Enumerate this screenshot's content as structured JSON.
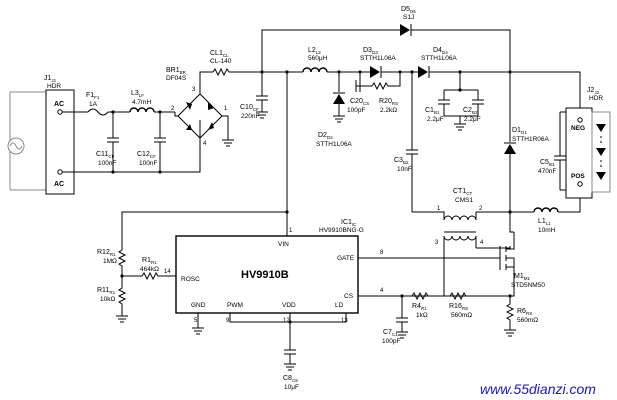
{
  "components": {
    "J1": {
      "ref": "J1",
      "sub": "J1",
      "value": "HDR"
    },
    "F1": {
      "ref": "F1",
      "sub": "F1",
      "value": "1A"
    },
    "L3": {
      "ref": "L3",
      "sub": "LF",
      "value": "4.7mH"
    },
    "C11": {
      "ref": "C11",
      "sub": "CF",
      "value": "100nF"
    },
    "C12": {
      "ref": "C12",
      "sub": "CF",
      "value": "100nF"
    },
    "BR1": {
      "ref": "BR1",
      "sub": "BR",
      "value": "DF04S"
    },
    "CL1": {
      "ref": "CL1",
      "sub": "CL",
      "value": "CL-140"
    },
    "C10": {
      "ref": "C10",
      "sub": "CF",
      "value": "220nF"
    },
    "L2": {
      "ref": "L2",
      "sub": "L2",
      "value": "560μH"
    },
    "D2": {
      "ref": "D2",
      "sub": "D2",
      "value": "STTH1L06A"
    },
    "D3": {
      "ref": "D3",
      "sub": "D3",
      "value": "STTH1L06A"
    },
    "D4": {
      "ref": "D4",
      "sub": "D4",
      "value": "STTH1L06A"
    },
    "D5": {
      "ref": "D5",
      "sub": "D6",
      "value": "S1J"
    },
    "C20": {
      "ref": "C20",
      "sub": "CS",
      "value": "100pF"
    },
    "R20": {
      "ref": "R20",
      "sub": "RS",
      "value": "2.2kΩ"
    },
    "C1": {
      "ref": "C1",
      "sub": "B1",
      "value": "2.2μF"
    },
    "C2": {
      "ref": "C2",
      "sub": "B2",
      "value": "2.2μF"
    },
    "C3": {
      "ref": "C3",
      "sub": "B2",
      "value": "10nF"
    },
    "D1": {
      "ref": "D1",
      "sub": "D1",
      "value": "STTH1R06A"
    },
    "C5": {
      "ref": "C5",
      "sub": "B3",
      "value": "470nF"
    },
    "J2": {
      "ref": "J2",
      "sub": "J2",
      "value": "HDR"
    },
    "CT1": {
      "ref": "CT1",
      "sub": "CT",
      "value": "CMS1"
    },
    "L1": {
      "ref": "L1",
      "sub": "L1",
      "value": "10mH"
    },
    "IC1": {
      "ref": "IC1",
      "sub": "IC",
      "value": "HV9910BNG-G"
    },
    "R12": {
      "ref": "R12",
      "sub": "R1",
      "value": "1MΩ"
    },
    "R11": {
      "ref": "R11",
      "sub": "R1",
      "value": "10kΩ"
    },
    "R1": {
      "ref": "R1",
      "sub": "R1",
      "value": "464kΩ"
    },
    "M1": {
      "ref": "M1",
      "sub": "M1",
      "value": "STD5NM50"
    },
    "R4": {
      "ref": "R4",
      "sub": "R1",
      "value": "1kΩ"
    },
    "R16": {
      "ref": "R16",
      "sub": "RS",
      "value": "560mΩ"
    },
    "R6": {
      "ref": "R6",
      "sub": "RS",
      "value": "560mΩ"
    },
    "C7": {
      "ref": "C7",
      "sub": "C1",
      "value": "100pF"
    },
    "C8": {
      "ref": "C8",
      "sub": "C8",
      "value": "10μF"
    }
  },
  "ic": {
    "name": "HV9910B",
    "pin_names": {
      "vin": "VIN",
      "gate": "GATE",
      "rosc": "ROSC",
      "cs": "CS",
      "gnd": "GND",
      "pwm": "PWM",
      "vdd": "VDD",
      "ld": "LD"
    },
    "pin_numbers": {
      "vin": "1",
      "gate": "8",
      "rosc": "14",
      "cs": "4",
      "gnd": "5",
      "pwm": "9",
      "vdd": "12",
      "ld": "13"
    }
  },
  "connector_labels": {
    "ac_top": "AC",
    "ac_bottom": "AC",
    "neg": "NEG",
    "pos": "POS"
  },
  "pin_labels": {
    "br_3": "3",
    "br_2": "2",
    "br_1": "1",
    "br_4": "4",
    "ct_1": "1",
    "ct_2": "2",
    "ct_3": "3",
    "ct_4": "4"
  },
  "watermark": "www.55dianzi.com"
}
